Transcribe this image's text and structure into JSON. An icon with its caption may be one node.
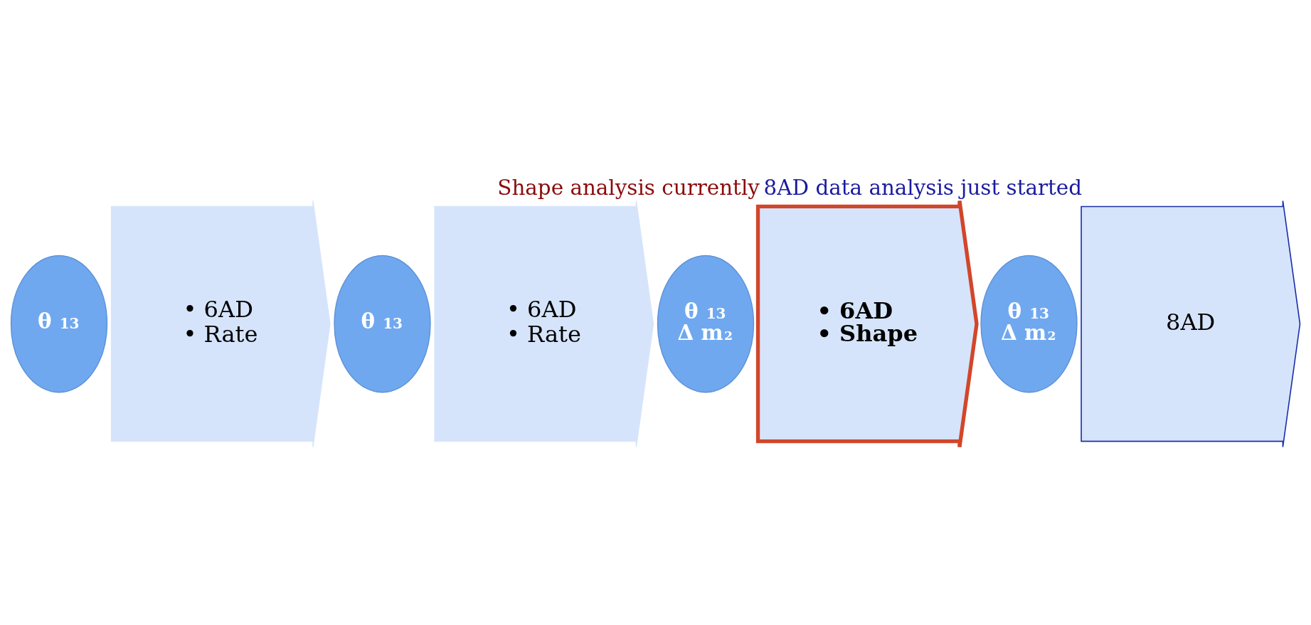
{
  "diagram": {
    "nodes": [
      {
        "text": [
          "θ $_{13}$"
        ]
      },
      {
        "text": [
          "• 6AD",
          "• Rate"
        ]
      },
      {
        "text": [
          "θ $_{13}$"
        ]
      },
      {
        "text": [
          "• 6AD",
          "• Rate"
        ]
      },
      {
        "text": [
          "θ $_{13}$",
          "Δ m$^{2}$"
        ]
      },
      {
        "text": [
          "• 6AD",
          "• Shape"
        ],
        "beside": [
          "Shape analysis currently"
        ]
      },
      {
        "text": [
          "θ $_{13}$",
          "Δ m$^{2}$"
        ]
      },
      {
        "text": [
          "8AD"
        ],
        "beside": [
          "8AD data analysis just started"
        ]
      }
    ]
  }
}
